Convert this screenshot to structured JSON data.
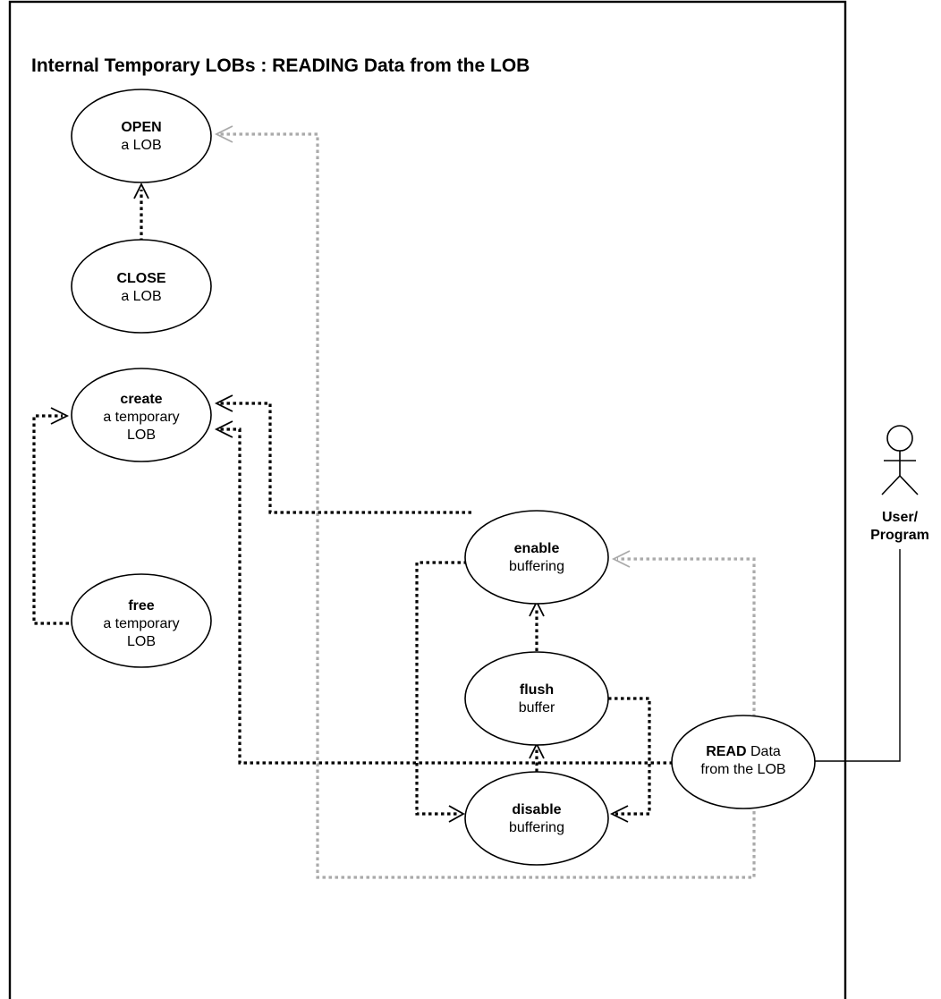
{
  "title": "Internal Temporary LOBs : READING Data from the LOB",
  "actor": {
    "line1": "User/",
    "line2": "Program"
  },
  "use_cases": {
    "open": {
      "bold": "OPEN",
      "line2": "a LOB"
    },
    "close": {
      "bold": "CLOSE",
      "line2": "a LOB"
    },
    "create": {
      "bold": "create",
      "line2": "a temporary",
      "line3": "LOB"
    },
    "free": {
      "bold": "free",
      "line2": "a temporary",
      "line3": "LOB"
    },
    "enable": {
      "bold": "enable",
      "line2": "buffering"
    },
    "flush": {
      "bold": "flush",
      "line2": "buffer"
    },
    "disable": {
      "bold": "disable",
      "line2": "buffering"
    },
    "read": {
      "bold": "READ",
      "line1_rest": " Data",
      "line2": "from the LOB"
    }
  },
  "colors": {
    "dependency": "#000000",
    "optional_dependency": "#aaaaaa",
    "frame": "#000000"
  }
}
